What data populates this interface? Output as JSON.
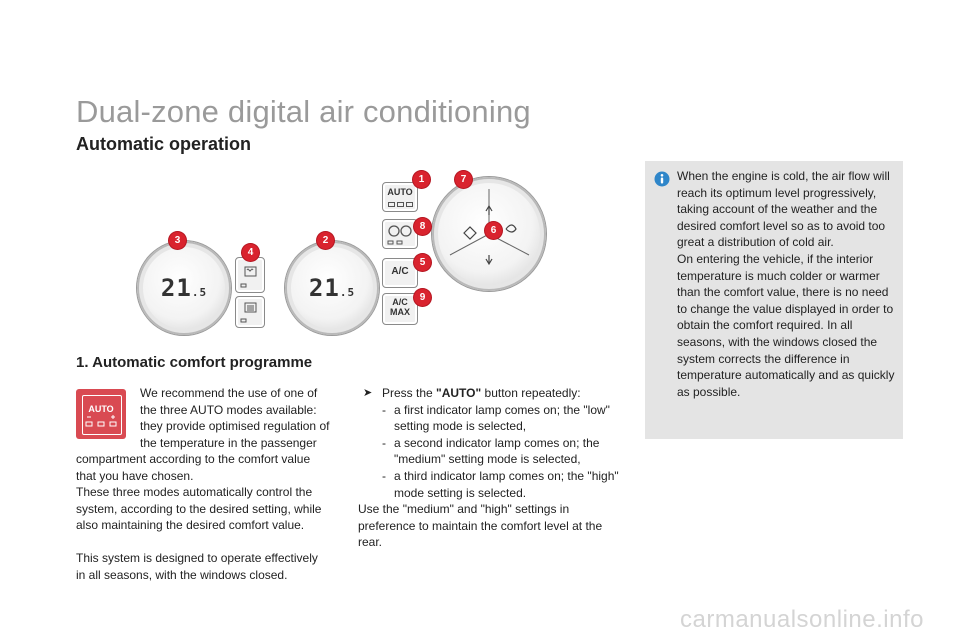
{
  "page": {
    "title": "Dual-zone digital air conditioning",
    "section_title": "Automatic operation",
    "subsection_title": "1. Automatic comfort programme"
  },
  "diagram": {
    "left_display": "21",
    "left_display_decimal": ".5",
    "right_display": "21",
    "right_display_decimal": ".5",
    "button_auto": "AUTO",
    "button_ac": "A/C",
    "button_ac_max_line1": "A/C",
    "button_ac_max_line2": "MAX",
    "badges": [
      "1",
      "7",
      "8",
      "6",
      "3",
      "4",
      "2",
      "5",
      "9"
    ]
  },
  "auto_pictogram": {
    "label": "AUTO"
  },
  "left_column": {
    "para1_wrapped": [
      "We recommend the use of one of",
      "the three AUTO modes available:",
      "they provide optimised regulation of",
      "the temperature in the  passenger"
    ],
    "para1_rest": "compartment according to the comfort value that you have chosen.",
    "para2": "These three modes automatically control the system, according to the desired setting, while also maintaining the desired comfort value.",
    "para3": "This system is designed to operate effectively in all seasons, with the windows closed."
  },
  "middle_column": {
    "press_prefix": "Press the ",
    "press_bold": "\"AUTO\"",
    "press_suffix": " button repeatedly:",
    "items": [
      "a first indicator lamp comes on; the \"low\" setting mode is selected,",
      "a second indicator lamp comes on; the \"medium\" setting mode is selected,",
      "a third indicator lamp comes on; the \"high\" mode setting is selected."
    ],
    "footer": "Use the \"medium\" and \"high\" settings in preference to maintain the comfort level at the rear."
  },
  "info_box": {
    "para1": "When the engine is cold, the air flow will reach its optimum level progressively, taking account of the weather and the desired comfort level so as to avoid too great a distribution of cold air.",
    "para2": "On entering the vehicle, if the interior temperature is much colder or warmer than the comfort value, there is no need to change the value displayed in order to obtain the comfort required. In all seasons, with the windows closed the system corrects the difference in temperature automatically and as quickly as possible."
  },
  "watermark": "carmanualsonline.info",
  "colors": {
    "badge": "#d9232e",
    "title_grey": "#9a9a9a",
    "info_bg": "#e4e4e4",
    "info_icon": "#2f86c9"
  }
}
